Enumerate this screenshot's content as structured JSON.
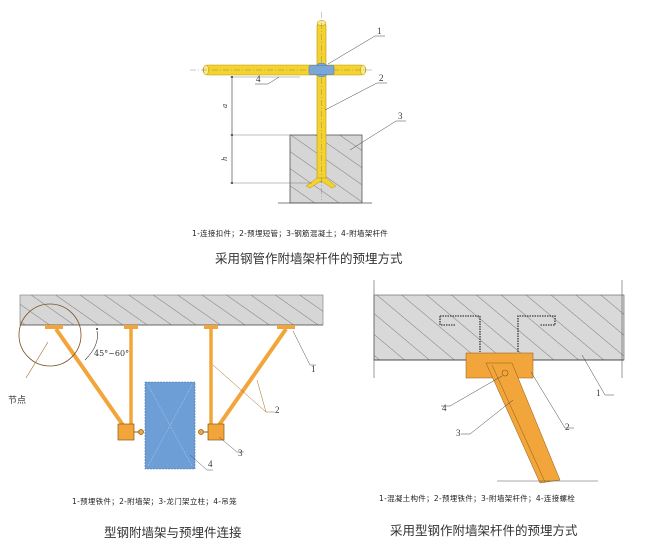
{
  "figures": [
    {
      "id": "steel-pipe",
      "legend": "1-连接扣件；2-预埋短管；3-钢筋混凝土；4-附墙架杆件",
      "caption": "采用钢管作附墙架杆件的预埋方式",
      "callouts": [
        "1",
        "2",
        "3",
        "4"
      ],
      "dimension_labels": [
        "a",
        "h"
      ]
    },
    {
      "id": "steel-frame-connection",
      "legend": "1-预埋铁件；2-附墙架；3-龙门架立柱；4-吊笼",
      "caption": "型钢附墙架与预埋件连接",
      "callouts": [
        "1",
        "2",
        "3",
        "4"
      ],
      "node_label": "节点",
      "angle_label": "45°~60°"
    },
    {
      "id": "section-steel",
      "legend": "1-混凝土构件；2-预埋铁件；3-附墙架杆件；4-连接螺栓",
      "caption": "采用型钢作附墙架杆件的预埋方式",
      "callouts": [
        "1",
        "2",
        "3",
        "4"
      ]
    }
  ],
  "colors": {
    "pipe_yellow": "#f5d22e",
    "steel_orange": "#f2a53a",
    "concrete_gray": "#d4d4d4",
    "cage_blue": "#6d9ed6",
    "clamp_blue": "#7aa6d8",
    "line": "#444444"
  }
}
